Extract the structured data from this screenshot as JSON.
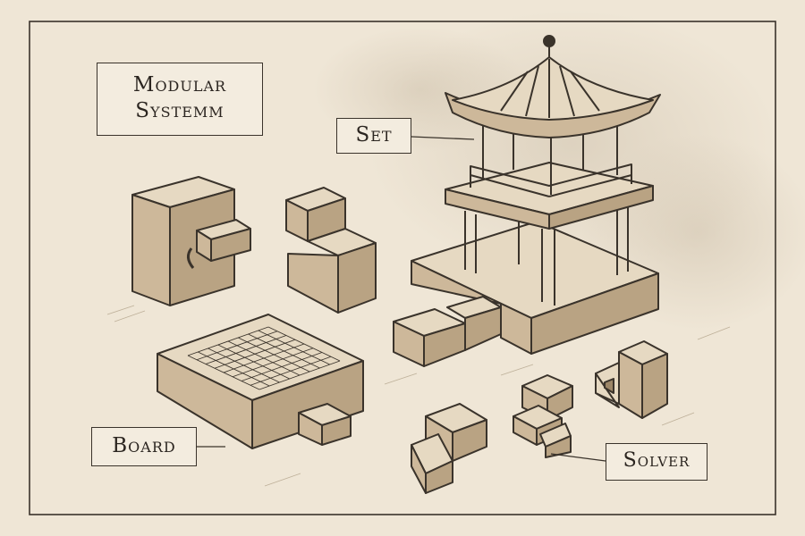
{
  "labels": {
    "title_line1": "Modular",
    "title_line2": "Systemm",
    "set": "Set",
    "board": "Board",
    "solver": "Solver"
  },
  "board": {
    "rows": 8,
    "cols": 8
  },
  "colors": {
    "paper": "#efe6d6",
    "ink": "#3a332b",
    "wood_top": "#e6d9c2",
    "wood_left": "#cdb89a",
    "wood_right": "#b9a383"
  },
  "objects": [
    {
      "name": "puzzle-piece-block-c",
      "kind": "interlocking block"
    },
    {
      "name": "puzzle-piece-zigzag",
      "kind": "interlocking block"
    },
    {
      "name": "pagoda-set-model",
      "kind": "assembled set"
    },
    {
      "name": "board-grid",
      "kind": "board"
    },
    {
      "name": "solver-pieces",
      "kind": "solver pieces"
    }
  ]
}
